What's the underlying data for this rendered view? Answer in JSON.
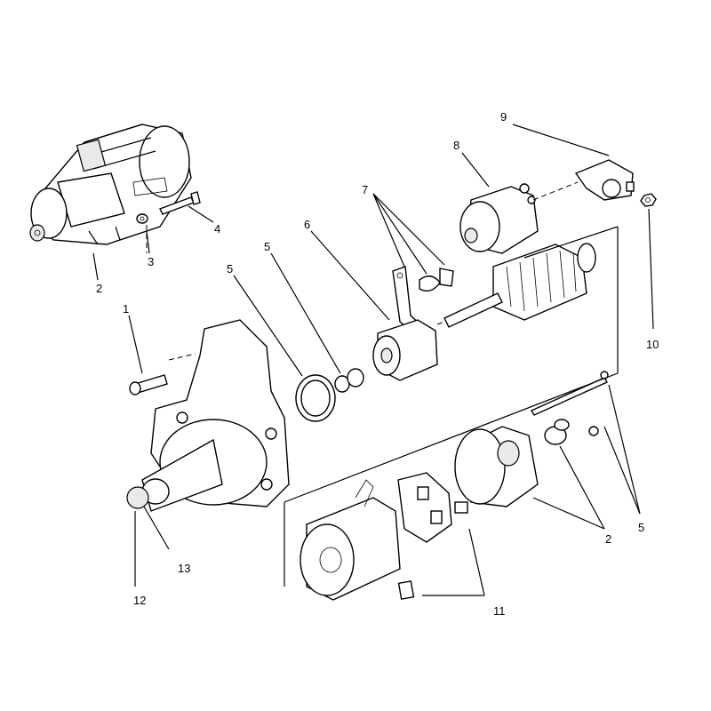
{
  "callouts": {
    "c1": "1",
    "c2_top": "2",
    "c2_right": "2",
    "c3": "3",
    "c4": "4",
    "c5_left": "5",
    "c5_mid": "5",
    "c5_right": "5",
    "c6": "6",
    "c7": "7",
    "c8": "8",
    "c9": "9",
    "c10": "10",
    "c11": "11",
    "c12": "12",
    "c13": "13"
  }
}
